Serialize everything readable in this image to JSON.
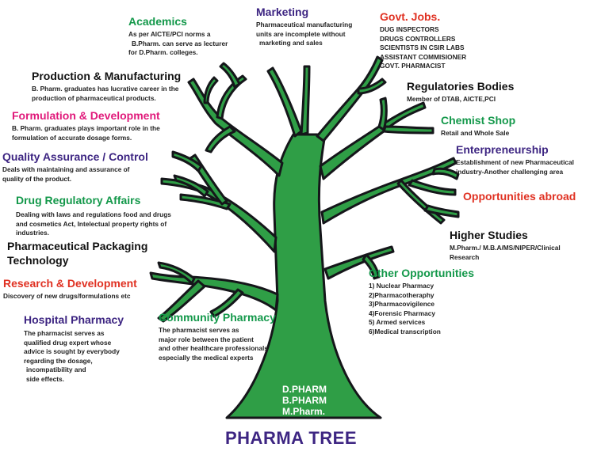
{
  "title": "PHARMA TREE",
  "trunk": [
    "D.PHARM",
    "B.PHARM",
    "M.Pharm."
  ],
  "branches": {
    "academics": {
      "heading": "Academics",
      "lines": [
        "As per AICTE/PCI norms a",
        "B.Pharm. can serve as lecturer",
        "for D.Pharm. colleges."
      ]
    },
    "marketing": {
      "heading": "Marketing",
      "lines": [
        "Pharmaceutical manufacturing",
        "units are incomplete without",
        "marketing and sales"
      ]
    },
    "govt_jobs": {
      "heading": "Govt. Jobs.",
      "lines": [
        "DUG INSPECTORS",
        "DRUGS CONTROLLERS",
        "SCIENTISTS IN CSIR LABS",
        "ASSISTANT COMMISIONER",
        "GOVT. PHARMACIST"
      ]
    },
    "production": {
      "heading": "Production & Manufacturing",
      "lines": [
        "B. Pharm. graduates has lucrative career in the",
        "production of pharmaceutical products."
      ]
    },
    "regulatory": {
      "heading": "Regulatories Bodies",
      "lines": [
        "Member of DTAB, AICTE,PCI"
      ]
    },
    "formulation": {
      "heading": "Formulation & Development",
      "lines": [
        "B. Pharm. graduates plays important role in the",
        "formulation of accurate dosage forms."
      ]
    },
    "chemist": {
      "heading": "Chemist Shop",
      "lines": [
        "Retail and Whole Sale"
      ]
    },
    "quality": {
      "heading": "Quality Assurance / Control",
      "lines": [
        "Deals with maintaining and assurance of",
        "quality of the product."
      ]
    },
    "entrepreneurship": {
      "heading": "Enterpreneurship",
      "lines": [
        "Establishment of new Pharmaceutical",
        "industry-Another challenging area"
      ]
    },
    "drug_regulatory": {
      "heading": "Drug Regulatory Affairs",
      "lines": [
        "Dealing with  laws and regulations food and drugs",
        "and cosmetics Act, Intelectual  property rights of",
        "industries."
      ]
    },
    "abroad": {
      "heading": "Opportunities abroad",
      "lines": []
    },
    "packaging": {
      "heading_lines": [
        "Pharmaceutical Packaging",
        "Technology"
      ],
      "lines": []
    },
    "higher": {
      "heading": "Higher Studies",
      "lines": [
        "M.Pharm./ M.B.A/MS/NIPER/Clinical",
        "Research"
      ]
    },
    "research": {
      "heading": "Research & Development",
      "lines": [
        "Discovery of new drugs/formulations etc"
      ]
    },
    "other": {
      "heading": "Other Opportunities",
      "lines": [
        "1) Nuclear Pharmacy",
        "2)Pharmacotheraphy",
        "3)Pharmacovigilence",
        "4)Forensic Pharmacy",
        "5) Armed services",
        "6)Medical transcription"
      ]
    },
    "hospital": {
      "heading": "Hospital Pharmacy",
      "lines": [
        "The pharmacist serves  as",
        "qualified drug expert whose",
        "advice is sought by everybody",
        "regarding the dosage,",
        "incompatibility and",
        "side effects."
      ]
    },
    "community": {
      "heading": "Community Pharmacy",
      "lines": [
        "The pharmacist serves  as",
        "major role between the patient",
        "and other healthcare professionals",
        "especially the medical experts"
      ]
    }
  },
  "colors": {
    "tree_fill": "#2f9e46",
    "tree_outline": "#15161a",
    "green": "#13984a",
    "purple": "#3d2582",
    "red": "#e03122",
    "pink": "#e0197a",
    "black": "#111111"
  }
}
